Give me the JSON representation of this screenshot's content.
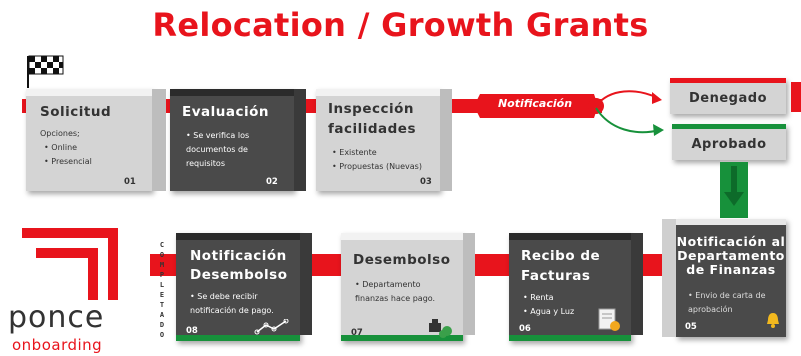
{
  "title": "Relocation / Growth Grants",
  "colors": {
    "red": "#e8141c",
    "green": "#17913b",
    "dark": "#4a4a4a",
    "light": "#d4d4d4"
  },
  "top_steps": [
    {
      "title": "Solicitud",
      "intro": "Opciones;",
      "items": [
        "Online",
        "Presencial"
      ],
      "num": "01"
    },
    {
      "title": "Evaluación",
      "items": [
        "Se verifica los documentos de requisitos"
      ],
      "num": "02"
    },
    {
      "title_line1": "Inspección",
      "title_line2": "facilidades",
      "items": [
        "Existente",
        "Propuestas (Nuevas)"
      ],
      "num": "03"
    }
  ],
  "notificacion_label": "Notificación",
  "outcomes": {
    "denied": "Denegado",
    "approved": "Aprobado"
  },
  "bottom_steps": [
    {
      "title_line1": "Notificación al",
      "title_line2": "Departamento",
      "title_line3": "de Finanzas",
      "items": [
        "Envio de carta de aprobación"
      ],
      "num": "05"
    },
    {
      "title_line1": "Recibo de",
      "title_line2": "Facturas",
      "items": [
        "Renta",
        "Agua y Luz"
      ],
      "num": "06"
    },
    {
      "title": "Desembolso",
      "items": [
        "Departamento finanzas hace pago."
      ],
      "num": "07"
    },
    {
      "title_line1": "Notificación",
      "title_line2": "Desembolso",
      "items": [
        "Se debe recibir notificación de pago."
      ],
      "num": "08"
    }
  ],
  "completado_letters": [
    "C",
    "O",
    "M",
    "P",
    "L",
    "E",
    "T",
    "A",
    "D",
    "O"
  ],
  "logo": {
    "word1": "ponce",
    "word2": "onboarding"
  },
  "icons": [
    "checkered-flag-icon",
    "chart-line-icon",
    "money-icon",
    "invoice-icon",
    "alarm-bell-icon"
  ]
}
